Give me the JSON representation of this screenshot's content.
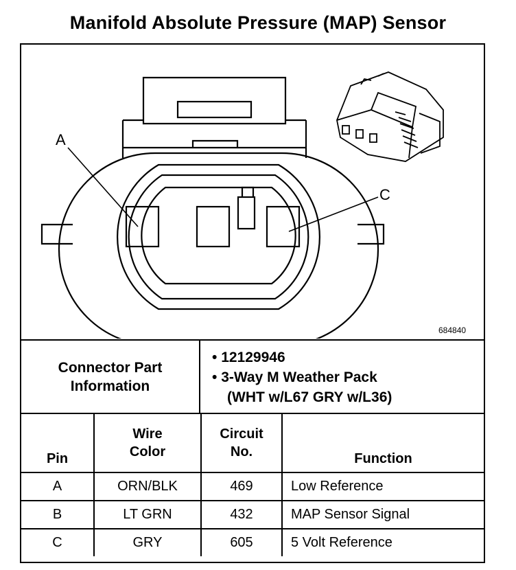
{
  "title": "Manifold Absolute Pressure (MAP) Sensor",
  "diagram": {
    "pin_labels": [
      "A",
      "C"
    ],
    "figure_number": "684840"
  },
  "connector_info": {
    "heading_line1": "Connector Part",
    "heading_line2": "Information",
    "items": [
      "12129946",
      "3-Way M Weather Pack"
    ],
    "item2_continuation": "(WHT w/L67 GRY w/L36)"
  },
  "pin_table": {
    "headers": {
      "pin": "Pin",
      "wire_color_line1": "Wire",
      "wire_color_line2": "Color",
      "circuit_line1": "Circuit",
      "circuit_line2": "No.",
      "function": "Function"
    },
    "rows": [
      {
        "pin": "A",
        "wire_color": "ORN/BLK",
        "circuit": "469",
        "function": "Low Reference"
      },
      {
        "pin": "B",
        "wire_color": "LT GRN",
        "circuit": "432",
        "function": "MAP Sensor Signal"
      },
      {
        "pin": "C",
        "wire_color": "GRY",
        "circuit": "605",
        "function": "5 Volt Reference"
      }
    ]
  }
}
